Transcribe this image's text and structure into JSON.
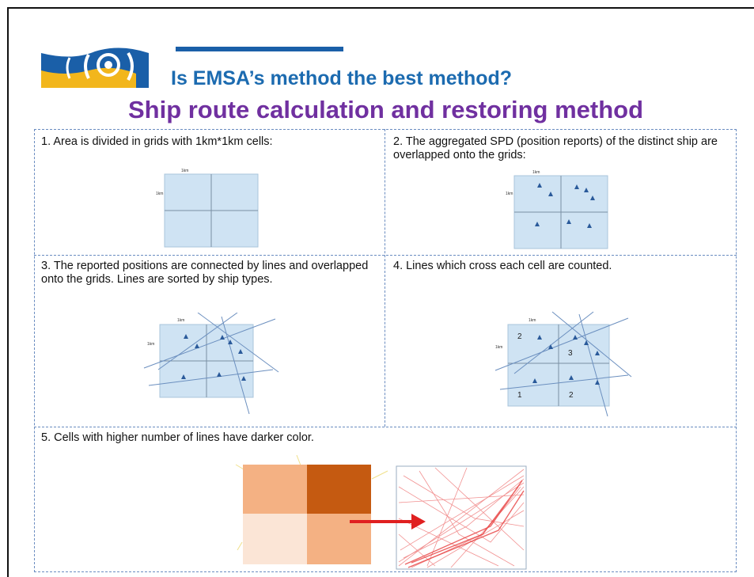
{
  "header": {
    "title": "Is EMSA’s method the best method?",
    "subtitle": "Ship route calculation and restoring method"
  },
  "steps": [
    {
      "text": "1. Area is divided in grids with 1km*1km cells:"
    },
    {
      "text": "2. The aggregated SPD (position reports) of the distinct ship are overlapped onto the grids:"
    },
    {
      "text": "3. The reported positions are connected by lines and overlapped onto the grids. Lines are sorted by ship types."
    },
    {
      "text": "4. Lines which cross each cell are counted."
    },
    {
      "text": "5. Cells with higher number of lines have darker color."
    }
  ],
  "grid_labels": {
    "width": "1km",
    "height": "1km"
  },
  "cell_counts": [
    "2",
    "3",
    "1",
    "2"
  ],
  "colors": {
    "title": "#1c6bb0",
    "subtitle": "#7030a0",
    "grid_fill": "#cfe3f3",
    "grid_line": "#7a8fa3",
    "marker": "#2a5a9a",
    "heat_dark": "#c55a11",
    "heat_mid": "#f4b183",
    "heat_light": "#fbe5d6",
    "arrow": "#e02020"
  }
}
